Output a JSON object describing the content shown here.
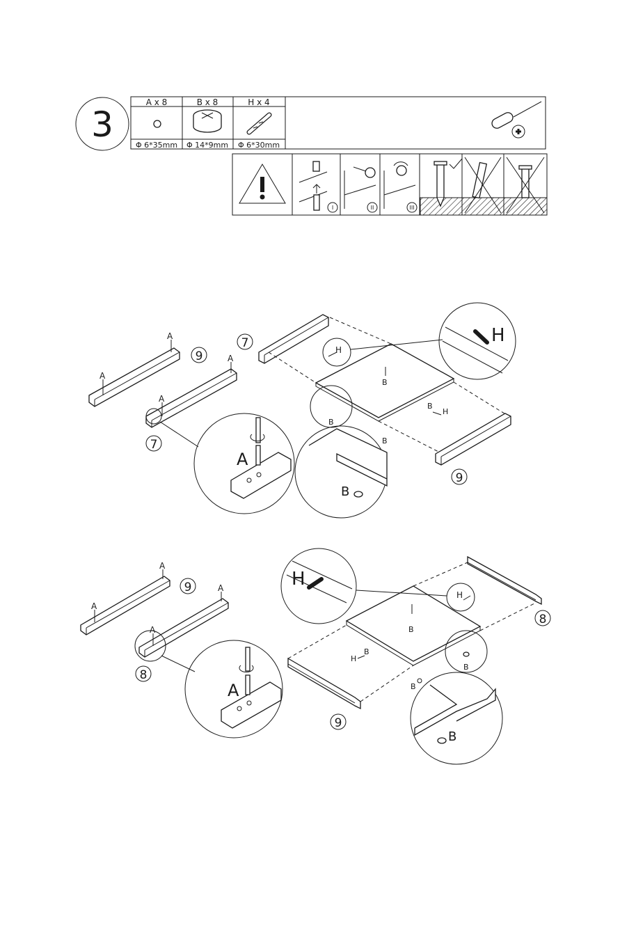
{
  "step": {
    "number": "3"
  },
  "parts": [
    {
      "qty_label": "A x 8",
      "size": "Φ 6*35mm",
      "icon": "cam-bolt-icon"
    },
    {
      "qty_label": "B x 8",
      "size": "Φ 14*9mm",
      "icon": "cam-lock-icon"
    },
    {
      "qty_label": "H x 4",
      "size": "Φ 6*30mm",
      "icon": "wooden-dowel-icon"
    }
  ],
  "tool": {
    "icon": "phillips-screwdriver-icon"
  },
  "warning": {
    "icon": "warning-triangle-icon",
    "steps": [
      "I",
      "II",
      "III"
    ],
    "check_icon": "checkmark-icon",
    "wrong_icon": "cross-icon"
  },
  "assembly_top": {
    "rails": [
      {
        "panel": "9"
      },
      {
        "panel": "7"
      }
    ],
    "frame": {
      "left_panel": "7",
      "right_panel": "9"
    },
    "labels": {
      "a": "A",
      "b": "B",
      "h": "H"
    }
  },
  "assembly_bottom": {
    "rails": [
      {
        "panel": "9"
      },
      {
        "panel": "8"
      }
    ],
    "frame": {
      "left_panel": "9",
      "right_panel": "8"
    },
    "labels": {
      "a": "A",
      "b": "B",
      "h": "H"
    }
  }
}
